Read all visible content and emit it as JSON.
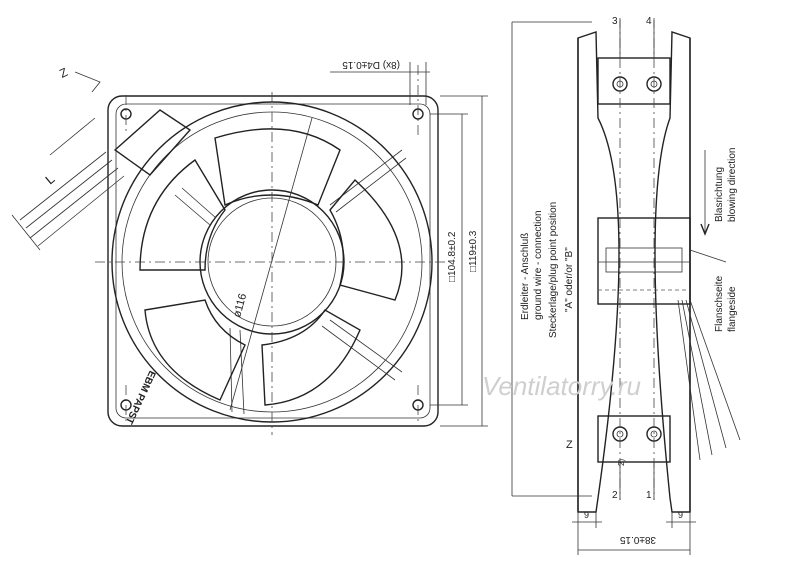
{
  "front_view": {
    "dim_hole_pattern": "(8x) D4±0.15",
    "dim_square_inner": "□104.8±0.2",
    "dim_square_outer": "□119±0.3",
    "dim_circle": "ø116",
    "cable_label": "L",
    "label_z": "Z",
    "logo_text": "EBM PAPST"
  },
  "side_view": {
    "callout_top_3": "3",
    "callout_top_4": "4",
    "callout_bottom_2": "2",
    "callout_bottom_1": "1",
    "label_z": "Z",
    "callout_2_note": "2)",
    "dim_left_9": "9",
    "dim_right_9": "9",
    "dim_depth": "38±0.15",
    "ground_de": "Erdleiter - Anschluß",
    "ground_en": "ground wire - connection",
    "plug_de": "Steckerlage/plug point position",
    "plug_ab": "\"A\"    oder/or    \"B\"",
    "blow_de": "Blasrichtung",
    "blow_en": "blowing direction",
    "flange_de": "Flanschseite",
    "flange_en": "flangeside"
  },
  "watermark": "Ventilatorry.ru"
}
